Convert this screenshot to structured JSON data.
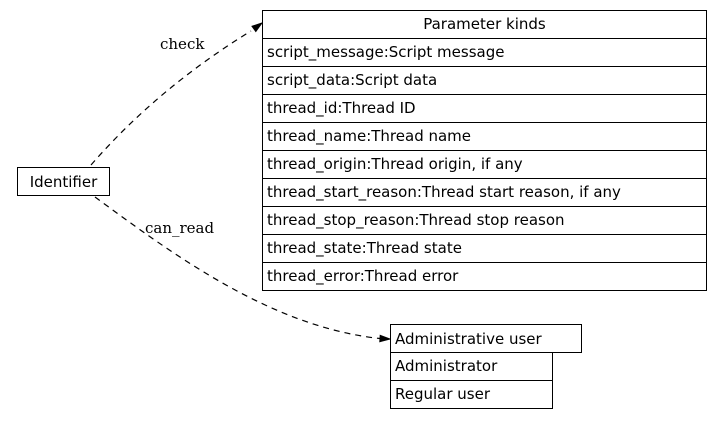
{
  "diagram": {
    "background_color": "#ffffff",
    "line_color": "#000000",
    "text_color": "#000000"
  },
  "nodes": {
    "identifier": {
      "label": "Identifier"
    },
    "parameter_kinds": {
      "title": "Parameter kinds",
      "rows": [
        "script_message:Script message",
        "script_data:Script data",
        "thread_id:Thread ID",
        "thread_name:Thread name",
        "thread_origin:Thread origin, if any",
        "thread_start_reason:Thread start reason, if any",
        "thread_stop_reason:Thread stop reason",
        "thread_state:Thread state",
        "thread_error:Thread error"
      ]
    },
    "admin_user": {
      "title": "Administrative user",
      "rows": [
        "Administrator",
        "Regular user"
      ]
    }
  },
  "edges": [
    {
      "label": "check",
      "from": "Identifier",
      "to": "Parameter kinds",
      "style": "dashed"
    },
    {
      "label": "can_read",
      "from": "Identifier",
      "to": "Administrative user",
      "style": "dashed"
    }
  ]
}
